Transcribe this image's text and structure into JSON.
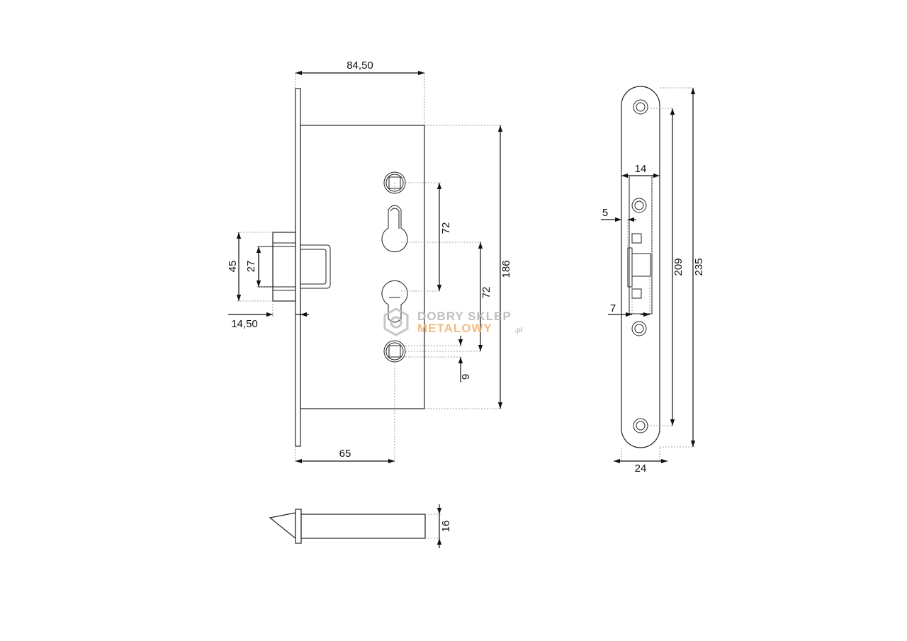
{
  "dimensions": {
    "body_width": "84,50",
    "backset": "65",
    "faceplate_offset": "14,50",
    "latch_height": "45",
    "latch_inner": "27",
    "spindle_to_keyhole": "72",
    "keyhole_to_cylinder": "72",
    "body_height": "186",
    "square_offset": "9",
    "bolt_height": "16",
    "face_inner_width": "14",
    "face_edge": "5",
    "face_bolt": "7",
    "face_width": "24",
    "face_hole_spacing": "209",
    "face_length": "235"
  },
  "watermark": {
    "line1": "DOBRY SKLEP",
    "line2": "METALOWY",
    "suffix": ".pl"
  }
}
